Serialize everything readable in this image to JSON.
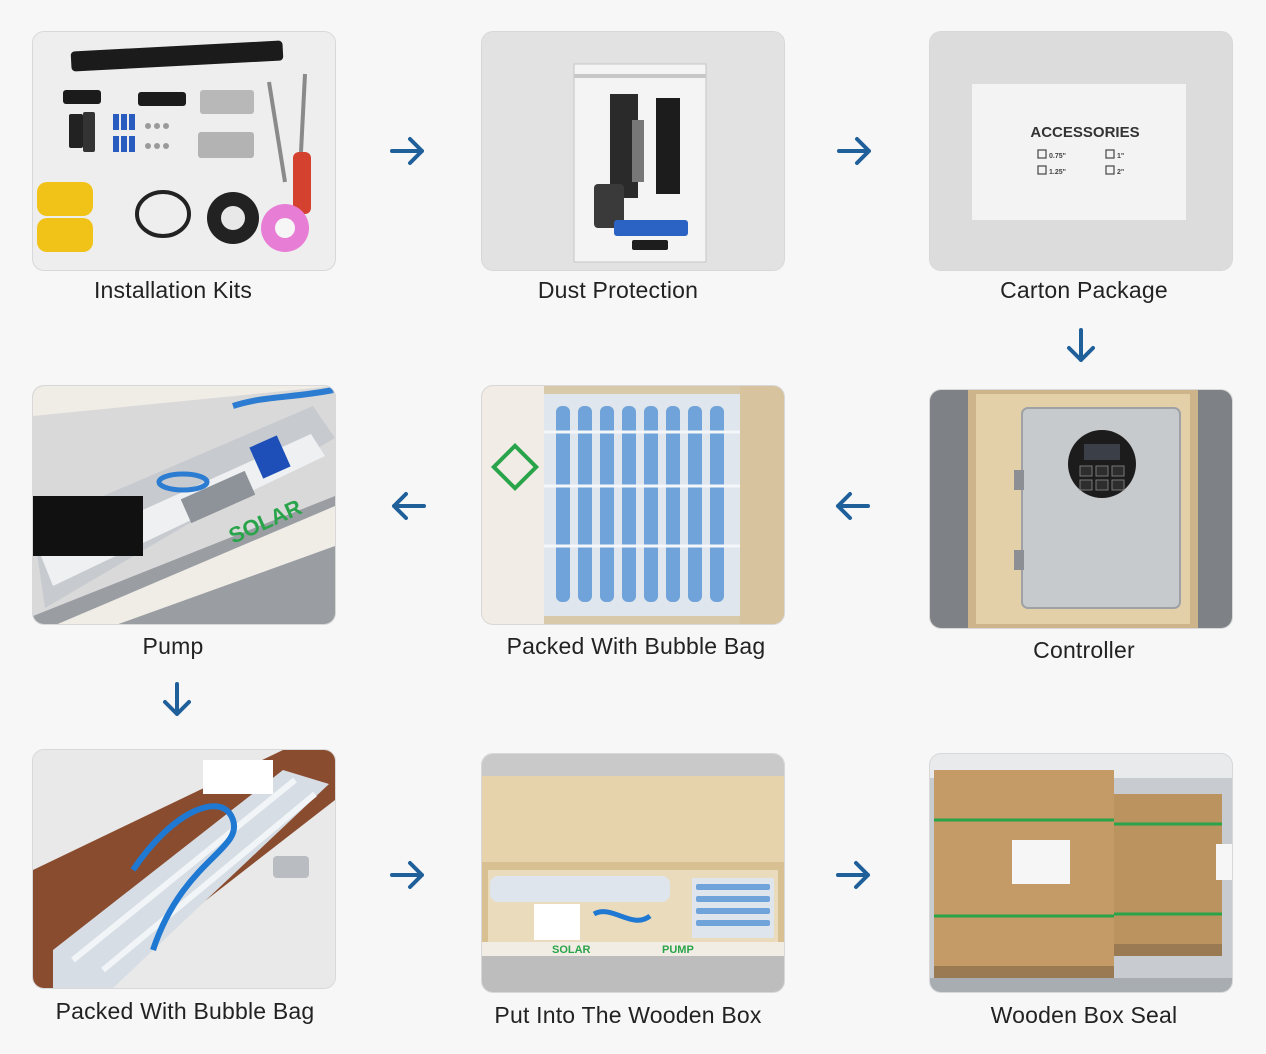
{
  "steps": [
    {
      "id": "installation-kits",
      "label": "Installation Kits"
    },
    {
      "id": "dust-protection",
      "label": "Dust Protection"
    },
    {
      "id": "carton-package",
      "label": "Carton Package"
    },
    {
      "id": "controller",
      "label": "Controller"
    },
    {
      "id": "packed-bubble-bag-1",
      "label": "Packed With Bubble Bag"
    },
    {
      "id": "pump",
      "label": "Pump"
    },
    {
      "id": "packed-bubble-bag-2",
      "label": "Packed With Bubble Bag"
    },
    {
      "id": "wooden-box",
      "label": "Put Into The Wooden Box"
    },
    {
      "id": "wooden-box-seal",
      "label": "Wooden Box Seal"
    }
  ],
  "carton_label": {
    "title": "ACCESSORIES",
    "options": [
      "0.75\"",
      "1\"",
      "1.25\"",
      "2\""
    ]
  },
  "box_print": {
    "solar": "SOLAR",
    "pump": "PUMP"
  },
  "colors": {
    "arrow": "#1f5f9a",
    "background": "#f7f7f7",
    "caption": "#222222"
  }
}
